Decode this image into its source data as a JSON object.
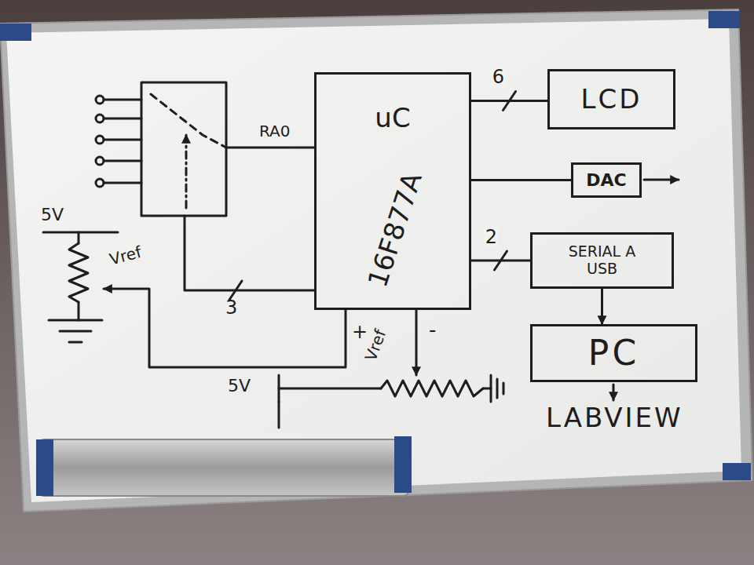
{
  "diagram": {
    "nodes": [
      {
        "text": [
          "uC",
          "16F877A"
        ]
      },
      {
        "text": [
          "LCD"
        ]
      },
      {
        "text": [
          "DAC"
        ]
      },
      {
        "text": [
          "SERIAL A USB"
        ]
      },
      {
        "text": [
          "PC"
        ]
      }
    ],
    "edges": [
      {
        "from": 0,
        "to": 1,
        "arrow": "none",
        "label": "6"
      },
      {
        "from": 0,
        "to": 2,
        "arrow": "none"
      },
      {
        "from": 0,
        "to": 3,
        "arrow": "none",
        "label": "2"
      },
      {
        "from": 3,
        "to": 4,
        "arrow": "to"
      }
    ],
    "labels": [
      "RA0",
      "5V",
      "Vref",
      "3",
      "+",
      "-",
      "Vref",
      "5V",
      "LABVIEW"
    ]
  }
}
